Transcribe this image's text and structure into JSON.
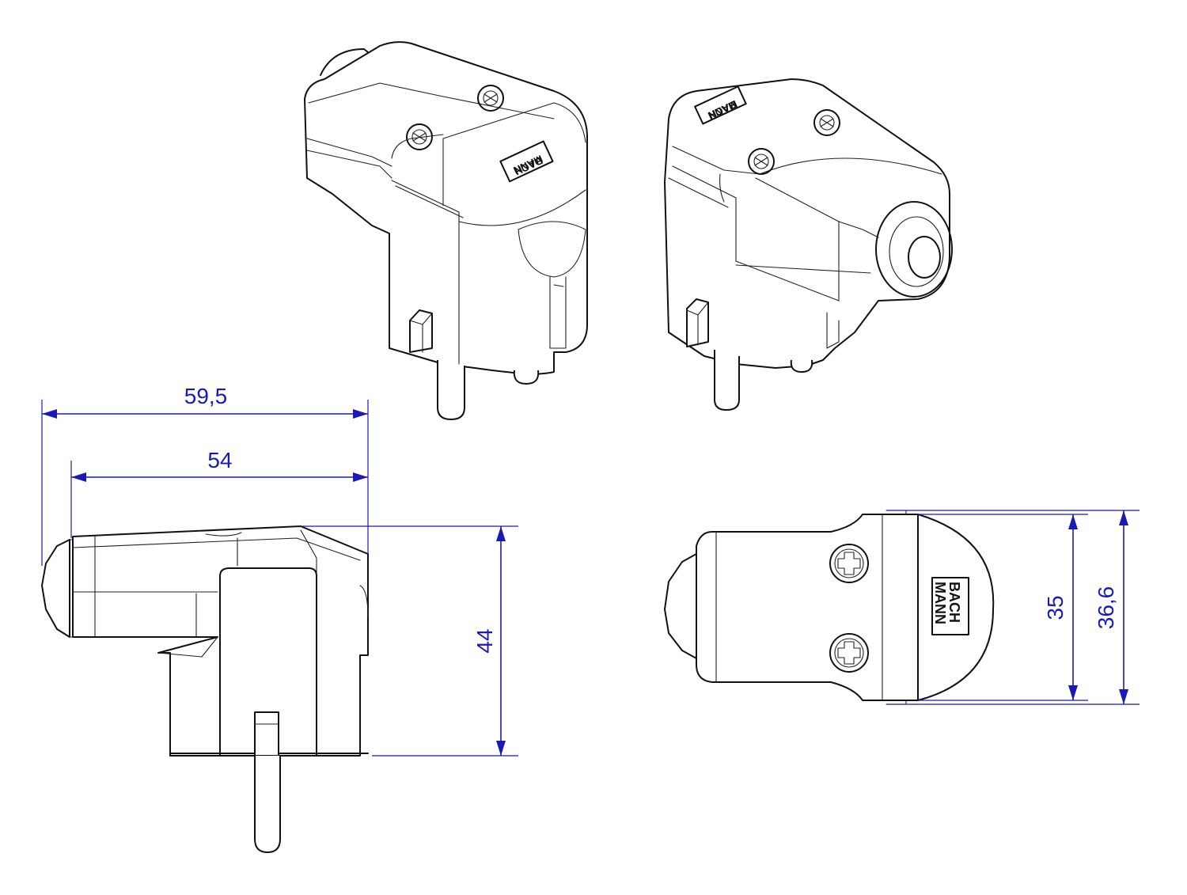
{
  "dimensions": {
    "overall_length": "59,5",
    "body_length": "54",
    "height": "44",
    "width_inner": "35",
    "width_outer": "36,6"
  },
  "logo": {
    "line1": "BACH",
    "line2": "MANN"
  },
  "colors": {
    "dimension": "#1a1ab8",
    "outline": "#111111",
    "background": "#ffffff"
  }
}
